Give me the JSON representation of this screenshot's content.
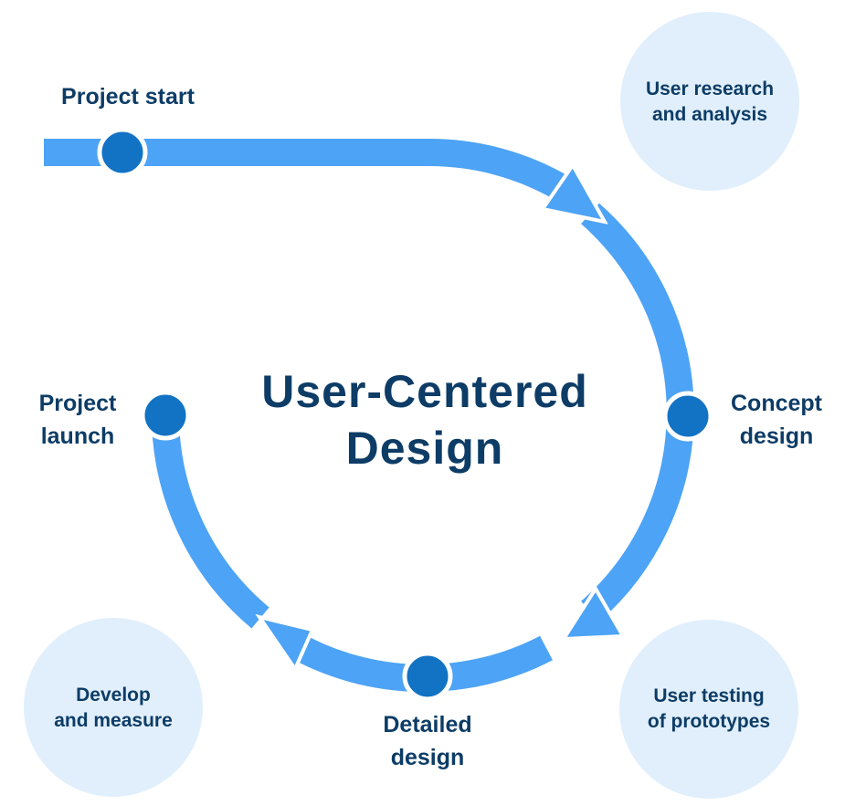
{
  "diagram": {
    "title": {
      "line1": "User-Centered",
      "line2": "Design"
    },
    "stages": {
      "project_start": {
        "line1": "Project start"
      },
      "concept_design": {
        "line1": "Concept",
        "line2": "design"
      },
      "detailed_design": {
        "line1": "Detailed",
        "line2": "design"
      },
      "project_launch": {
        "line1": "Project",
        "line2": "launch"
      }
    },
    "activities": {
      "user_research": {
        "line1": "User research",
        "line2": "and analysis"
      },
      "user_testing": {
        "line1": "User testing",
        "line2": "of prototypes"
      },
      "develop_measure": {
        "line1": "Develop",
        "line2": "and measure"
      }
    }
  },
  "colors": {
    "track": "#4da3f5",
    "node": "#1273c4",
    "bubble": "#e1effc",
    "text": "#0d3c66"
  }
}
